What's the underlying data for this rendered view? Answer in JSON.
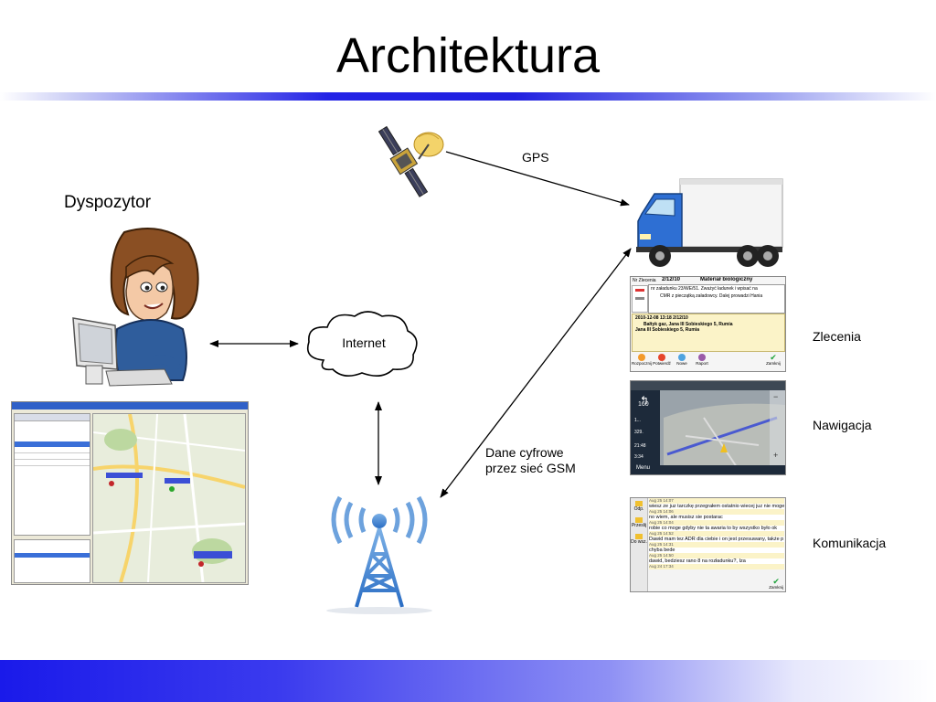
{
  "slide": {
    "title": "Architektura"
  },
  "labels": {
    "dispatcher": "Dyspozytor",
    "gps": "GPS",
    "gsm_line1": "Dane cyfrowe",
    "gsm_line2": "przez sieć GSM",
    "orders": "Zlecenia",
    "navigation": "Nawigacja",
    "communication": "Komunikacja"
  },
  "cloud": {
    "text": "Internet"
  },
  "orders_screen": {
    "header_left": "Nr Zlecenia",
    "header_date": "2/12/10",
    "header_title": "Materiał biologiczny",
    "body_line1": "nr załadunku 23/WE/51. Zważyć ładunek i wpisać na",
    "body_line2": "CMR z pieczątką załadowcy. Dalej prowadzi Hania",
    "stop_line1": "2010-12-08 13:18   2/12/10",
    "stop_line2": "Bałtyk gaz, Jana III Sobieskiego 5, Rumia",
    "stop_line3": "Jana III Sobieskiego 5, Rumia",
    "btn1": "Rozpocznij",
    "btn2": "Potwierdź",
    "btn3": "Nowe",
    "btn4": "Raport",
    "btn5": "Zamknij"
  },
  "nav_screen": {
    "distance": "160",
    "d1": "1...",
    "d2": "329.",
    "time1": "21:48",
    "time2": "3:34",
    "menu": "Menu"
  },
  "chat_screen": {
    "side1": "Odp.",
    "side2": "Przeslij",
    "side3": "Do wsz.",
    "m1_time": "Aug 25 14:07",
    "m1_text": "wiesz ze juz tarczkę przegrałem ostatnio wiecej juz nie moge",
    "m2_time": "Aug 25 14:06",
    "m2_text": "no wiem, ale musisz sie postarac",
    "m3_time": "Aug 25 14:04",
    "m3_text": "robie co moge gdyby nie ta awaria to by wszystko było ok",
    "m4_time": "Aug 25 14:52",
    "m4_text": "Dawid mam tez ADR dla ciebie i on jest przesuwany, także p",
    "m5_time": "Aug 25 14:31",
    "m5_text": "chyba bede",
    "m6_time": "Aug 25 14:50",
    "m6_text": "dawid, bedziesz rano 8 na rozładunku?, Iza",
    "m7_time": "Aug 24 17:34",
    "close": "Zamknij"
  },
  "colors": {
    "accent_blue": "#2222e6",
    "order_yellow": "#fbf3c8",
    "map_green": "#c7e0b0"
  }
}
